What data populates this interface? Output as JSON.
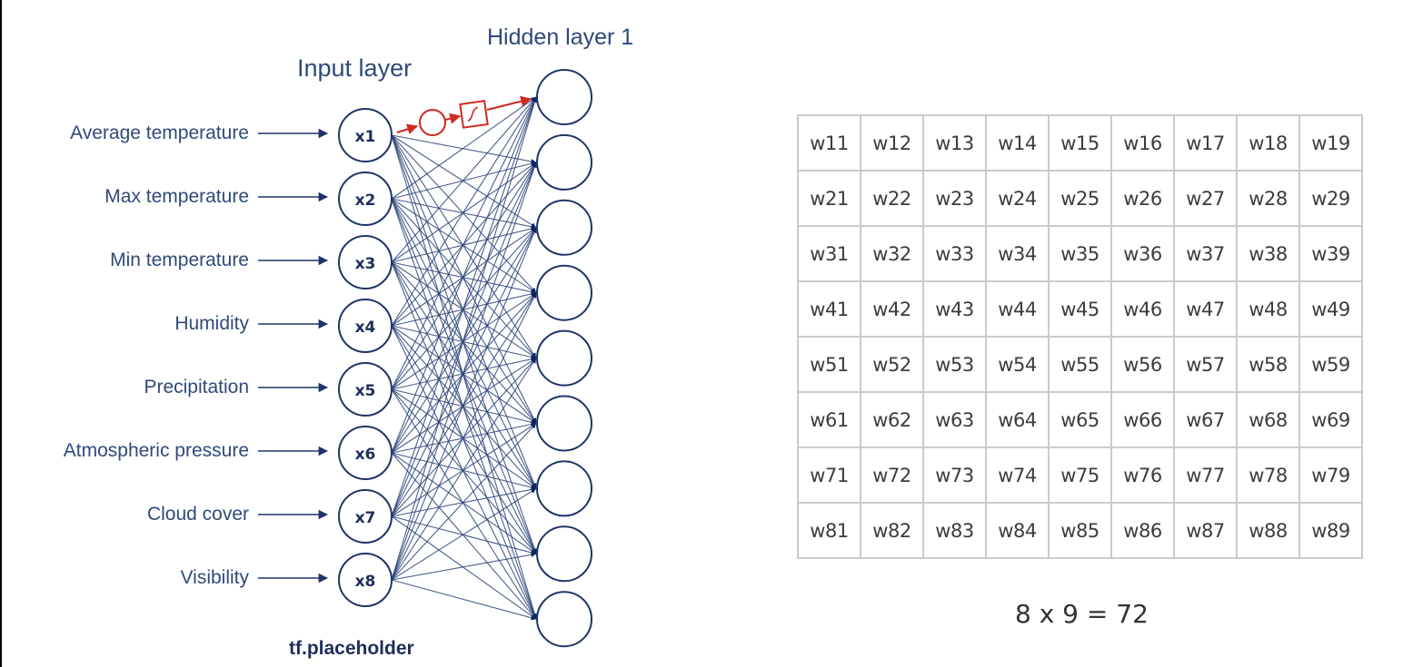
{
  "diagram": {
    "input_layer_title": "Input layer",
    "hidden_layer_title": "Hidden layer 1",
    "placeholder_label": "tf.placeholder",
    "inputs": [
      {
        "feature": "Average temperature",
        "node": "x1"
      },
      {
        "feature": "Max temperature",
        "node": "x2"
      },
      {
        "feature": "Min temperature",
        "node": "x3"
      },
      {
        "feature": "Humidity",
        "node": "x4"
      },
      {
        "feature": "Precipitation",
        "node": "x5"
      },
      {
        "feature": "Atmospheric pressure",
        "node": "x6"
      },
      {
        "feature": "Cloud cover",
        "node": "x7"
      },
      {
        "feature": "Visibility",
        "node": "x8"
      }
    ],
    "hidden_node_count": 9,
    "highlight_path": {
      "from": "x1",
      "to_hidden_index": 1,
      "steps": [
        "sum-node",
        "activation-function"
      ]
    },
    "colors": {
      "node_stroke": "#1f3566",
      "connection": "#2c4478",
      "label_text": "#2f4a7a",
      "highlight": "#d0281f"
    }
  },
  "weights_table": {
    "rows": [
      [
        "w11",
        "w12",
        "w13",
        "w14",
        "w15",
        "w16",
        "w17",
        "w18",
        "w19"
      ],
      [
        "w21",
        "w22",
        "w23",
        "w24",
        "w25",
        "w26",
        "w27",
        "w28",
        "w29"
      ],
      [
        "w31",
        "w32",
        "w33",
        "w34",
        "w35",
        "w36",
        "w37",
        "w38",
        "w39"
      ],
      [
        "w41",
        "w42",
        "w43",
        "w44",
        "w45",
        "w46",
        "w47",
        "w48",
        "w49"
      ],
      [
        "w51",
        "w52",
        "w53",
        "w54",
        "w55",
        "w56",
        "w57",
        "w58",
        "w59"
      ],
      [
        "w61",
        "w62",
        "w63",
        "w64",
        "w65",
        "w66",
        "w67",
        "w68",
        "w69"
      ],
      [
        "w71",
        "w72",
        "w73",
        "w74",
        "w75",
        "w76",
        "w77",
        "w78",
        "w79"
      ],
      [
        "w81",
        "w82",
        "w83",
        "w84",
        "w85",
        "w86",
        "w87",
        "w88",
        "w89"
      ]
    ],
    "equation": "8 x 9 = 72"
  }
}
